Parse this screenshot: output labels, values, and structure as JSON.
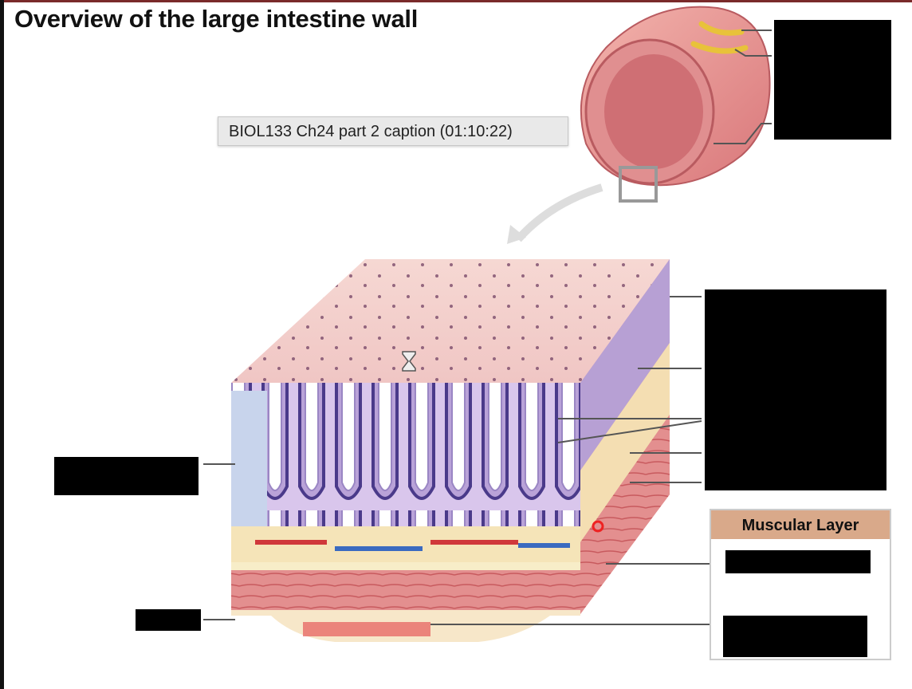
{
  "slide": {
    "title": "Overview of the large intestine wall"
  },
  "tooltip": {
    "text": "BIOL133 Ch24 part 2 caption (01:10:22)"
  },
  "legend_box": {
    "header": "Muscular Layer",
    "header_color": "#d9a98a"
  },
  "cursor": {
    "icon": "hourglass-icon"
  }
}
